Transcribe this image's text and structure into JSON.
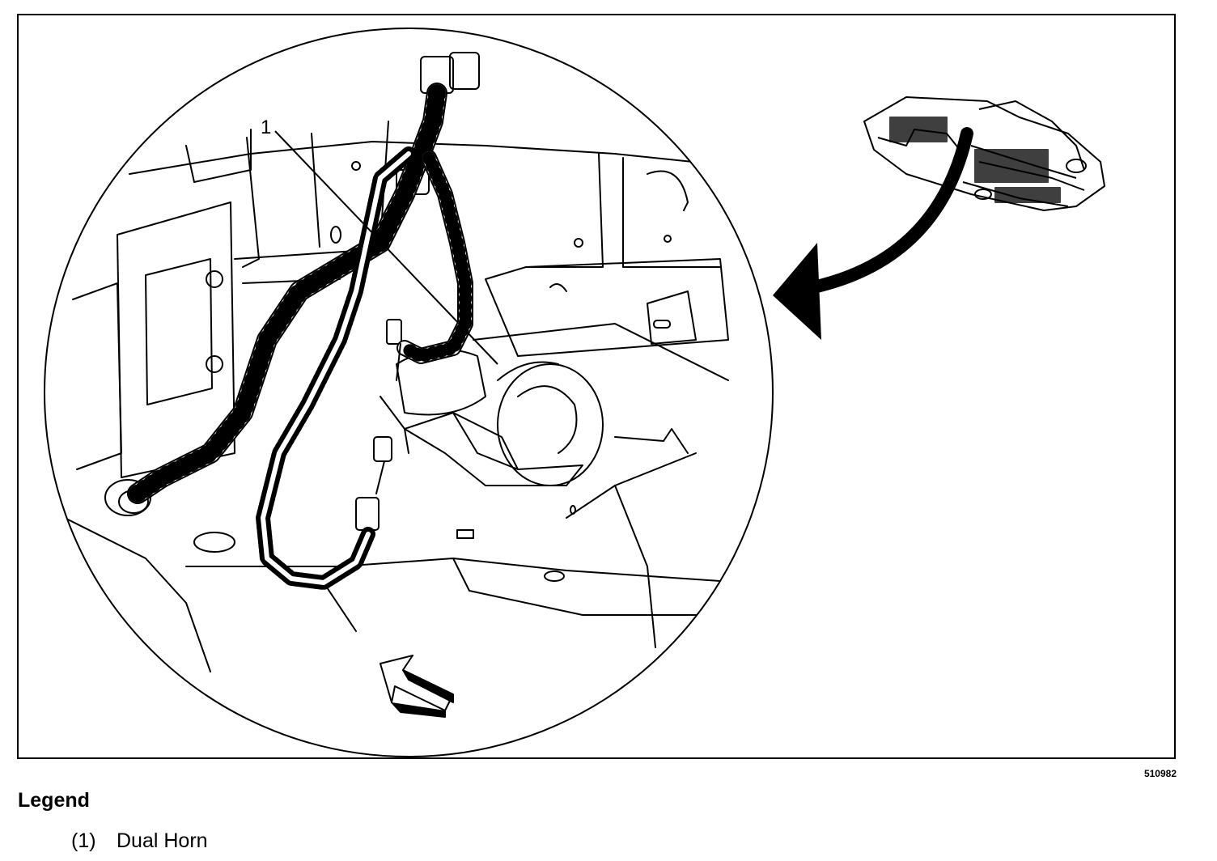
{
  "figure": {
    "id_label": "510982",
    "callout_number": "1"
  },
  "legend": {
    "title": "Legend",
    "items": [
      {
        "number": "(1)",
        "label": "Dual Horn"
      }
    ]
  },
  "colors": {
    "line": "#000000",
    "background": "#ffffff"
  }
}
